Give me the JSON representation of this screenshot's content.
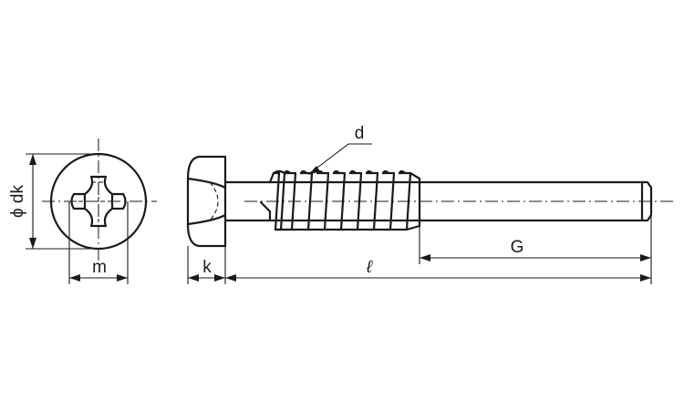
{
  "labels": {
    "head_diameter": "ϕ dk",
    "recess_width": "m",
    "head_height": "k",
    "thread_diameter": "d",
    "length": "ℓ",
    "unthreaded_length": "G"
  },
  "colors": {
    "line": "#1a1a1a",
    "background": "#ffffff"
  }
}
